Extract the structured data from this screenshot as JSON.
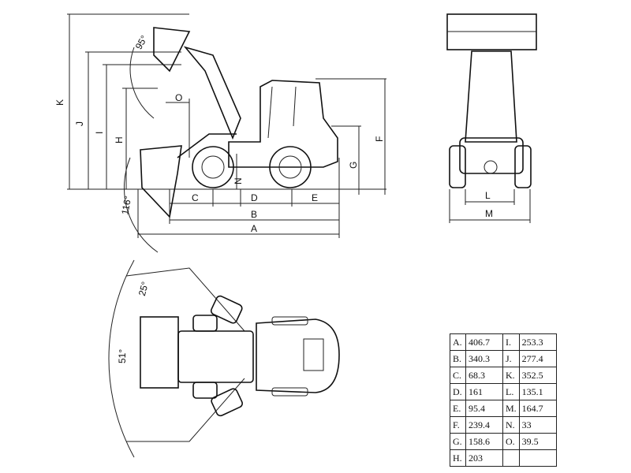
{
  "side_view": {
    "dimension_labels": {
      "A": "A",
      "B": "B",
      "C": "C",
      "D": "D",
      "E": "E",
      "F": "F",
      "G": "G",
      "H": "H",
      "I": "I",
      "J": "J",
      "K": "K",
      "N": "N",
      "O": "O"
    },
    "angles": {
      "dump": "95°",
      "rollback": "116°"
    }
  },
  "front_view": {
    "dimension_labels": {
      "L": "L",
      "M": "M"
    }
  },
  "top_view": {
    "angles": {
      "articulation": "25°",
      "sweep": "51°"
    }
  },
  "spec_table": {
    "rows": [
      {
        "k1": "A.",
        "v1": "406.7",
        "k2": "I.",
        "v2": "253.3"
      },
      {
        "k1": "B.",
        "v1": "340.3",
        "k2": "J.",
        "v2": "277.4"
      },
      {
        "k1": "C.",
        "v1": "68.3",
        "k2": "K.",
        "v2": "352.5"
      },
      {
        "k1": "D.",
        "v1": "161",
        "k2": "L.",
        "v2": "135.1"
      },
      {
        "k1": "E.",
        "v1": "95.4",
        "k2": "M.",
        "v2": "164.7"
      },
      {
        "k1": "F.",
        "v1": "239.4",
        "k2": "N.",
        "v2": "33"
      },
      {
        "k1": "G.",
        "v1": "158.6",
        "k2": "O.",
        "v2": "39.5"
      },
      {
        "k1": "H.",
        "v1": "203",
        "k2": "",
        "v2": ""
      }
    ]
  }
}
